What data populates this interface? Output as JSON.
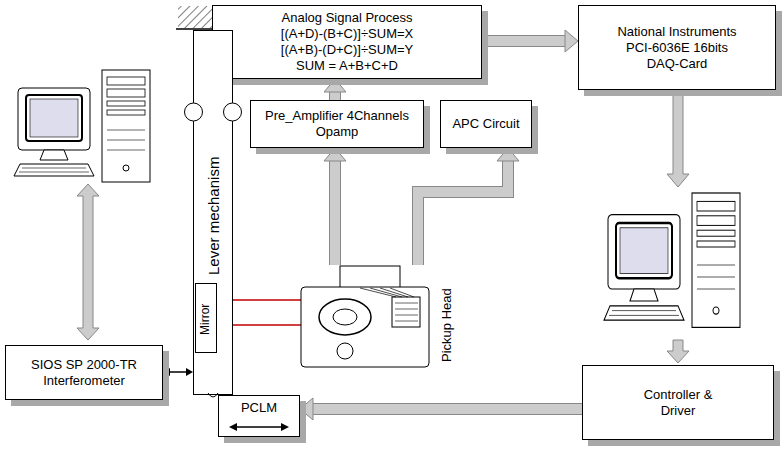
{
  "diagram": {
    "nodes": [
      {
        "text": [
          "Analog Signal Process",
          "[(A+D)-(B+C)]÷SUM=X",
          "[(A+B)-(D+C)]÷SUM=Y",
          "SUM = A+B+C+D"
        ]
      },
      {
        "text": [
          "National Instruments PCI-6036E 16bits DAQ-Card"
        ]
      },
      {
        "text": [
          "Pre_Amplifier 4Channels Opamp"
        ]
      },
      {
        "text": [
          "APC Circuit"
        ]
      },
      {
        "text": [
          "Lever mechanism"
        ]
      },
      {
        "text": [
          "Mirror"
        ],
        "in": 4
      },
      {
        "text": [
          "Pickup Head"
        ]
      },
      {
        "text": [
          "SIOS SP 2000-TR Interferometer"
        ]
      },
      {
        "text": [
          "PCLM"
        ]
      },
      {
        "text": [
          "Controller & Driver"
        ]
      }
    ],
    "edges": [
      {
        "from": 0,
        "to": 1,
        "arrow": "to"
      },
      {
        "from": 2,
        "to": 0,
        "arrow": "to"
      },
      {
        "from": 6,
        "to": 2,
        "arrow": "to"
      },
      {
        "from": 6,
        "to": 3,
        "arrow": "to"
      },
      {
        "from": 9,
        "to": 8,
        "arrow": "to"
      },
      {
        "from": 7,
        "to": 4,
        "arrow": "both"
      }
    ]
  }
}
